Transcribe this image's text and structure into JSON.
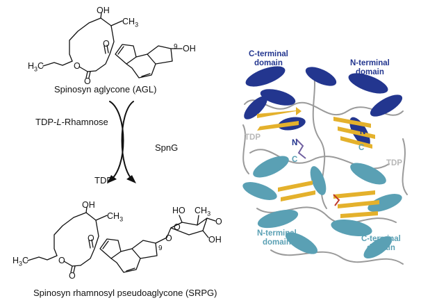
{
  "reaction": {
    "agl_caption": "Spinosyn aglycone (AGL)",
    "srpg_caption": "Spinosyn rhamnosyl pseudoaglycone (SRPG)",
    "donor": {
      "prefix": "TDP-",
      "italic": "L",
      "suffix": "-Rhamnose"
    },
    "byproduct": "TDP",
    "enzyme": "SpnG"
  },
  "molecule_labels": {
    "agl": {
      "oh_top": "OH",
      "methyl": "CH",
      "methyl_sub": "3",
      "carbonyl_o": "O",
      "ester_o1": "O",
      "ester_o2": "O",
      "h3c": "H",
      "h3c_sub": "3",
      "h3c_c": "C",
      "pos9": "9",
      "oh_right": "OH"
    },
    "srpg": {
      "oh_top": "OH",
      "methyl": "CH",
      "methyl_sub": "3",
      "carbonyl_o": "O",
      "ester_o1": "O",
      "ester_o2": "O",
      "h3c": "H",
      "h3c_sub": "3",
      "h3c_c": "C",
      "pos9": "9",
      "sugar": {
        "ho": "HO",
        "ring_o": "O",
        "ch3": "CH",
        "ch3_sub": "3",
        "o_right": "O",
        "oh": "OH",
        "o_link": "O"
      }
    }
  },
  "protein": {
    "c_terminal_top": [
      "C-terminal",
      "domain"
    ],
    "n_terminal_top": [
      "N-terminal",
      "domain"
    ],
    "n_terminal_bottom": [
      "N-terminal",
      "domain"
    ],
    "c_terminal_bottom": [
      "C-terminal",
      "domain"
    ],
    "tdp_left": "TDP",
    "tdp_right": "TDP",
    "mark_n1": "N",
    "mark_c1": "C",
    "mark_n2": "N",
    "mark_c2": "C",
    "colors": {
      "n_domain_top": "#23368f",
      "n_domain_bottom": "#5aa0b4",
      "sheet": "#e4b12c",
      "loop": "#9a9a9a"
    }
  }
}
